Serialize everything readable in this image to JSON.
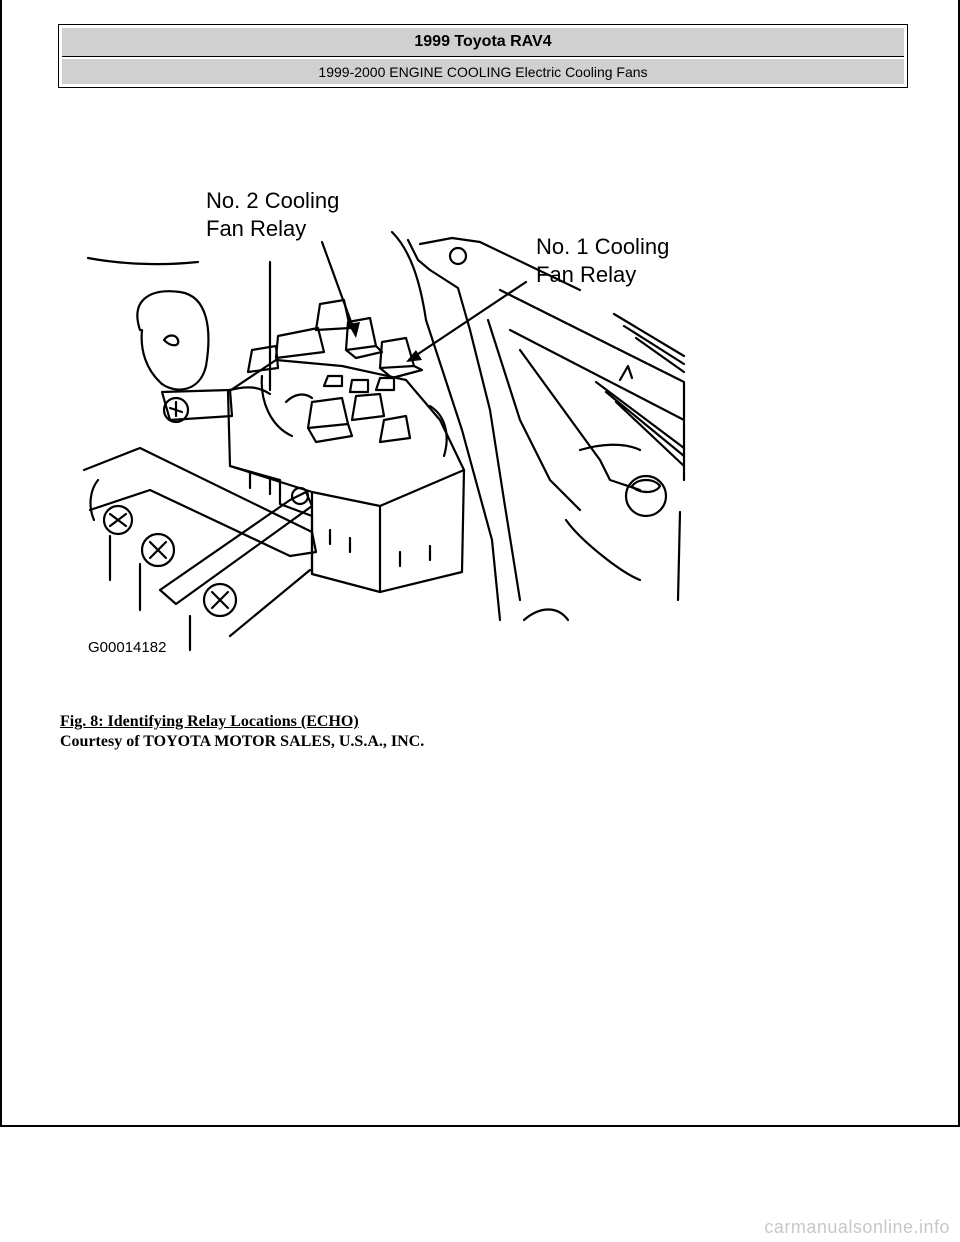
{
  "header": {
    "title": "1999 Toyota RAV4",
    "subtitle": "1999-2000 ENGINE COOLING Electric Cooling Fans"
  },
  "figure": {
    "label_relay2_line1": "No. 2 Cooling",
    "label_relay2_line2": "Fan Relay",
    "label_relay1_line1": "No. 1 Cooling",
    "label_relay1_line2": "Fan Relay",
    "code": "G00014182"
  },
  "caption": {
    "title": "Fig. 8: Identifying Relay Locations (ECHO)",
    "courtesy": "Courtesy of TOYOTA MOTOR SALES, U.S.A., INC."
  },
  "watermark": "carmanualsonline.info"
}
